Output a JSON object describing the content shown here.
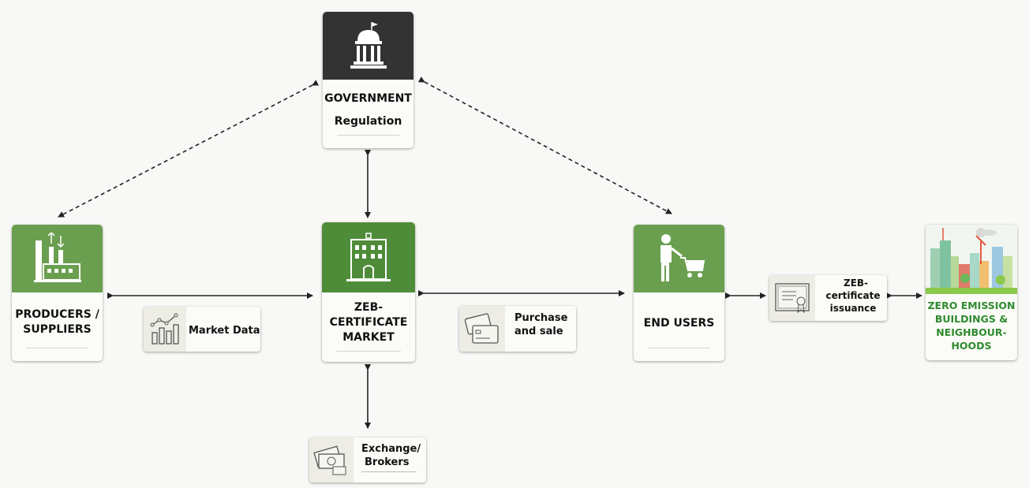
{
  "government": {
    "title": "GOVERNMENT",
    "subtitle": "Regulation"
  },
  "producers": {
    "title_line1": "PRODUCERS /",
    "title_line2": "SUPPLIERS"
  },
  "market": {
    "line1": "ZEB-",
    "line2": "CERTIFICATE",
    "line3": "MARKET"
  },
  "end_users": {
    "title": "END USERS"
  },
  "zeb_buildings": {
    "line1": "ZERO EMISSION",
    "line2": "BUILDINGS &",
    "line3": "NEIGHBOUR-",
    "line4": "HOODS"
  },
  "tags": {
    "market_data": "Market Data",
    "purchase_line1": "Purchase",
    "purchase_line2": "and sale",
    "exchange_line1": "Exchange/",
    "exchange_line2": "Brokers",
    "certificate_line1": "ZEB-",
    "certificate_line2": "certificate",
    "certificate_line3": "issuance"
  },
  "colors": {
    "dark_header": "#333333",
    "green_header": "#6a9f4f",
    "market_green": "#4f8c3a",
    "zeb_text": "#2e8b2e",
    "background": "#f8f8f6"
  },
  "icons": {
    "government": "capitol-building-icon",
    "producers": "factory-icon",
    "market": "office-building-icon",
    "end_users": "shopper-cart-icon",
    "market_data": "chart-icon",
    "purchase": "credit-card-icon",
    "exchange": "money-icon",
    "certificate": "certificate-icon"
  }
}
